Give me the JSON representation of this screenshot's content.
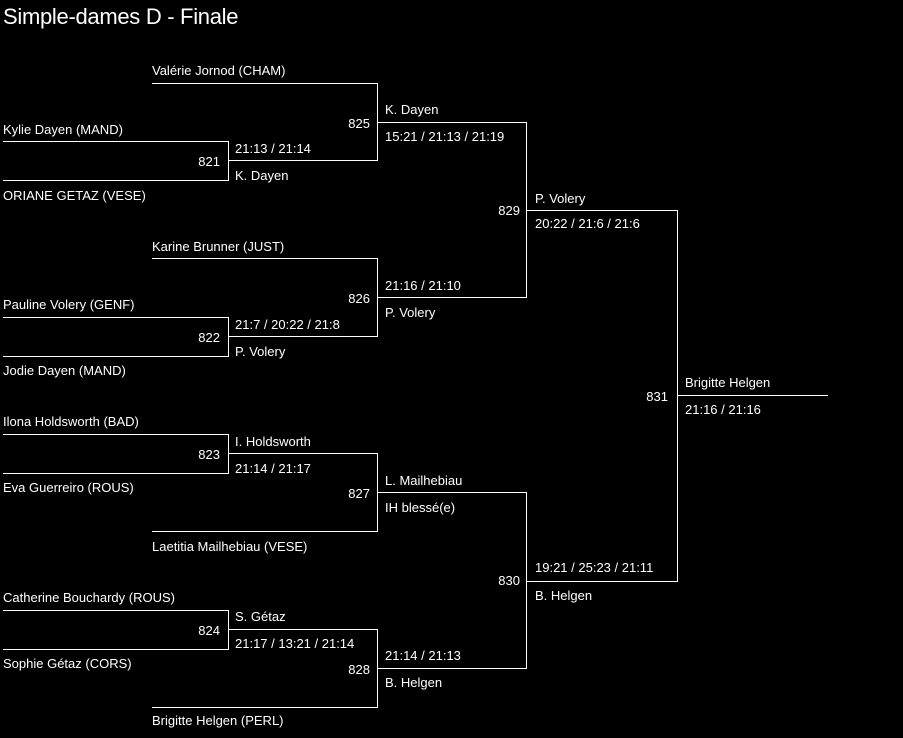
{
  "title": "Simple-dames D - Finale",
  "round1": [
    {
      "number": "821",
      "top": "Kylie Dayen (MAND)",
      "bottom": "ORIANE GETAZ (VESE)",
      "winner": "K. Dayen",
      "score": "21:13 / 21:14"
    },
    {
      "number": "822",
      "top": "Pauline Volery (GENF)",
      "bottom": "Jodie Dayen (MAND)",
      "winner": "P. Volery",
      "score": "21:7 / 20:22 / 21:8"
    },
    {
      "number": "823",
      "top": "Ilona Holdsworth (BAD)",
      "bottom": "Eva Guerreiro (ROUS)",
      "winner": "I. Holdsworth",
      "score": "21:14 / 21:17"
    },
    {
      "number": "824",
      "top": "Catherine Bouchardy (ROUS)",
      "bottom": "Sophie Gétaz (CORS)",
      "winner": "S. Gétaz",
      "score": "21:17 / 13:21 / 21:14"
    }
  ],
  "round2": [
    {
      "number": "825",
      "bye_player": "Valérie Jornod (CHAM)",
      "winner": "K. Dayen",
      "score": "15:21 / 21:13 / 21:19"
    },
    {
      "number": "826",
      "bye_player": "Karine Brunner (JUST)",
      "winner": "P. Volery",
      "score": "21:16 / 21:10"
    },
    {
      "number": "827",
      "bye_player": "Laetitia Mailhebiau (VESE)",
      "winner": "L. Mailhebiau",
      "score": "IH blessé(e)"
    },
    {
      "number": "828",
      "bye_player": "Brigitte Helgen (PERL)",
      "winner": "B. Helgen",
      "score": "21:14 / 21:13"
    }
  ],
  "semis": [
    {
      "number": "829",
      "winner": "P. Volery",
      "score": "20:22 / 21:6 / 21:6"
    },
    {
      "number": "830",
      "winner": "B. Helgen",
      "score": "19:21 / 25:23 / 21:11"
    }
  ],
  "final": {
    "number": "831",
    "winner": "Brigitte Helgen",
    "score": "21:16 / 21:16"
  }
}
